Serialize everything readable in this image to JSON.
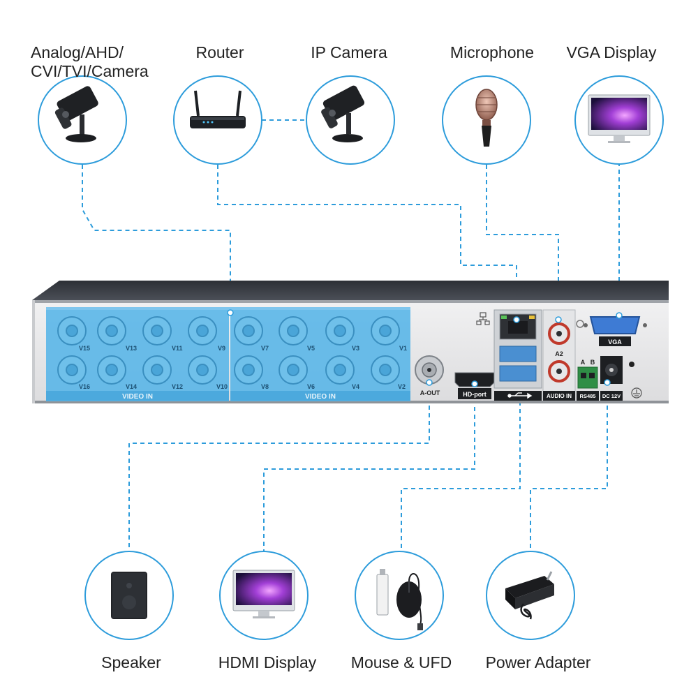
{
  "devices_top": [
    {
      "label": "Analog/AHD/ CVI/TVI/Camera",
      "icon": "analog-camera-icon"
    },
    {
      "label": "Router",
      "icon": "router-icon"
    },
    {
      "label": "IP Camera",
      "icon": "ip-camera-icon"
    },
    {
      "label": "Microphone",
      "icon": "microphone-icon"
    },
    {
      "label": "VGA Display",
      "icon": "vga-monitor-icon"
    }
  ],
  "devices_bottom": [
    {
      "label": "Speaker",
      "icon": "speaker-icon"
    },
    {
      "label": "HDMI Display",
      "icon": "hdmi-monitor-icon"
    },
    {
      "label": "Mouse & UFD",
      "icon": "mouse-usb-icon"
    },
    {
      "label": "Power Adapter",
      "icon": "power-adapter-icon"
    }
  ],
  "dvr": {
    "video_in_label": "VIDEO IN",
    "bnc_top_left": [
      "V15",
      "V13",
      "V11",
      "V9"
    ],
    "bnc_bottom_left": [
      "V16",
      "V14",
      "V12",
      "V10"
    ],
    "bnc_top_right": [
      "V7",
      "V5",
      "V3",
      "V1"
    ],
    "bnc_bottom_right": [
      "V8",
      "V6",
      "V4",
      "V2"
    ],
    "audio_out_label": "A-OUT",
    "hdmi_label": "HD-port",
    "audio_in_label": "AUDIO IN",
    "audio_a2_label": "A2",
    "vga_label": "VGA",
    "rs485_label": "RS485",
    "rs485_a": "A",
    "rs485_b": "B",
    "power_label": "DC 12V"
  },
  "colors": {
    "connector_line": "#2d9cdb",
    "circle_stroke": "#2d9cdb",
    "video_panel": "#5ab6e8",
    "dvr_body": "#3a3d44",
    "dvr_panel": "#e9e9ea"
  }
}
